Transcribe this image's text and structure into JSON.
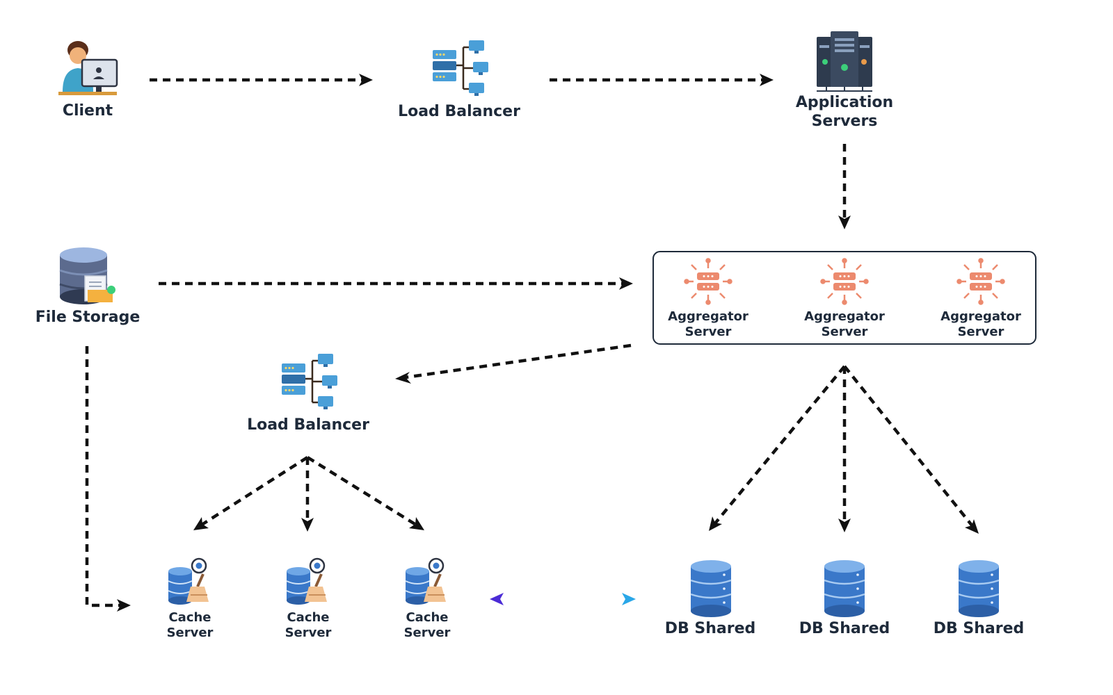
{
  "nodes": {
    "client": {
      "label": "Client"
    },
    "load_balancer_top": {
      "label": "Load Balancer"
    },
    "app_servers": {
      "label_line1": "Application",
      "label_line2": "Servers"
    },
    "file_storage": {
      "label": "File Storage"
    },
    "aggregator_group": {
      "servers": [
        {
          "line1": "Aggregator",
          "line2": "Server"
        },
        {
          "line1": "Aggregator",
          "line2": "Server"
        },
        {
          "line1": "Aggregator",
          "line2": "Server"
        }
      ]
    },
    "load_balancer_mid": {
      "label": "Load Balancer"
    },
    "cache_servers": [
      {
        "line1": "Cache",
        "line2": "Server"
      },
      {
        "line1": "Cache",
        "line2": "Server"
      },
      {
        "line1": "Cache",
        "line2": "Server"
      }
    ],
    "db_shards": [
      {
        "label": "DB Shared"
      },
      {
        "label": "DB Shared"
      },
      {
        "label": "DB Shared"
      }
    ]
  },
  "edges": [
    {
      "from": "Client",
      "to": "Load Balancer"
    },
    {
      "from": "Load Balancer",
      "to": "Application Servers"
    },
    {
      "from": "Application Servers",
      "to": "Aggregator Server"
    },
    {
      "from": "File Storage",
      "to": "Aggregator Server"
    },
    {
      "from": "Aggregator Server",
      "to": "Load Balancer"
    },
    {
      "from": "Load Balancer",
      "to": "Cache Server"
    },
    {
      "from": "Aggregator Server",
      "to": "DB Shared"
    },
    {
      "from": "File Storage",
      "to": "Cache Server"
    },
    {
      "from": "Cache Server",
      "to": "DB Shared",
      "bidirectional": true
    }
  ],
  "colors": {
    "arrow": "#111111",
    "label": "#1e2a3a",
    "server_blue": "#4a9fd8",
    "aggregator_orange": "#ec8a6e",
    "db_blue": "#3a78c9",
    "sync_gradient_start": "#4b2bd6",
    "sync_gradient_end": "#2aa7e8"
  },
  "icons": {
    "client": "user-at-computer-icon",
    "load_balancer": "load-balancer-icon",
    "app_servers": "server-rack-icon",
    "file_storage": "file-storage-icon",
    "aggregator": "aggregator-icon",
    "cache": "cache-server-icon",
    "db": "database-icon"
  }
}
